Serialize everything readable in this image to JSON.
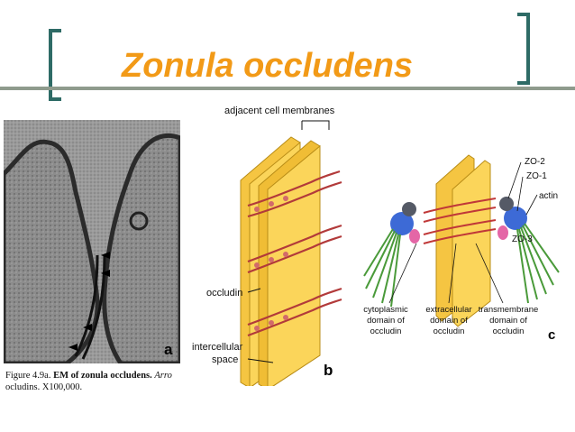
{
  "slide": {
    "title": "Zonula occludens",
    "accent_color": "#f29a17",
    "bracket_color": "#2e6b66",
    "rule_color": "#8f9b8d"
  },
  "panel_a": {
    "letter": "a",
    "caption": {
      "prefix": "Figure 4.9a.",
      "bold": "EM of zonula occludens.",
      "italic": "Arro",
      "line2": "ocludins.  X100,000."
    }
  },
  "panel_b": {
    "letter": "b",
    "labels": {
      "membranes": "adjacent cell membranes",
      "occludin": "occludin",
      "space_1": "intercellular",
      "space_2": "space"
    }
  },
  "panel_c": {
    "letter": "c",
    "labels": {
      "zo2": "ZO-2",
      "zo1": "ZO-1",
      "actin": "actin",
      "zo3": "ZO-3",
      "cyto": [
        "cytoplasmic",
        "domain of",
        "occludin"
      ],
      "extra": [
        "extracellular",
        "domain of",
        "occludin"
      ],
      "trans": [
        "transmembrane",
        "domain of",
        "occludin"
      ]
    }
  }
}
